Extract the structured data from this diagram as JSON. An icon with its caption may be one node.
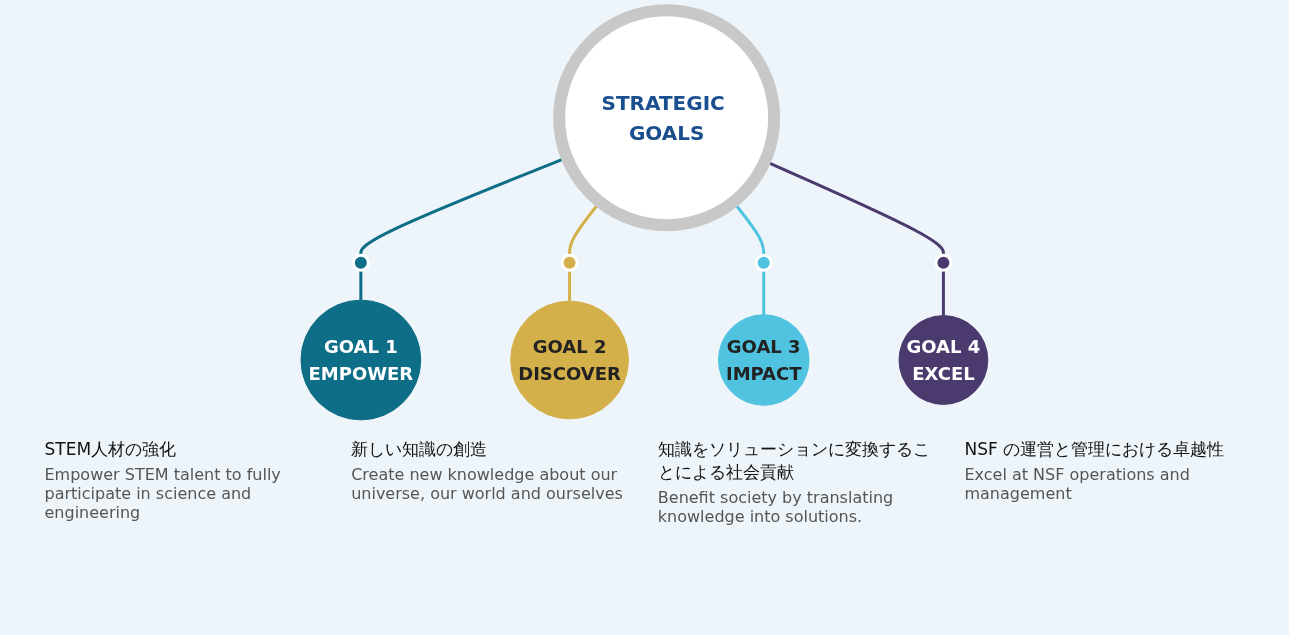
{
  "diagram": {
    "nodes": [
      {
        "text": [
          "STRATEGIC GOALS"
        ]
      },
      {
        "text": [],
        "shape": "circle"
      },
      {
        "text": [
          "GOAL 1",
          "EMPOWER"
        ],
        "beside": [
          "STEM人材の強化",
          "Empower STEM talent to fully participate in science and engineering"
        ]
      },
      {
        "text": [],
        "shape": "circle"
      },
      {
        "text": [
          "GOAL 2",
          "DISCOVER"
        ],
        "beside": [
          "新しい知識の創造",
          "Create new knowledge about our universe, our world and ourselves"
        ]
      },
      {
        "text": [],
        "shape": "circle"
      },
      {
        "text": [
          "GOAL 3",
          "IMPACT"
        ],
        "beside": [
          "知識をソリューションに変換することによる社会貢献",
          "Benefit society by translating knowledge into solutions."
        ]
      },
      {
        "text": [],
        "shape": "circle"
      },
      {
        "text": [
          "GOAL 4",
          "EXCEL"
        ],
        "beside": [
          "NSF の運営と管理における卓越性",
          "Excel at NSF operations and management"
        ]
      }
    ],
    "edges": [
      {
        "from": 0,
        "to": 1,
        "arrow": "none",
        "color": "#0e6d87"
      },
      {
        "from": 1,
        "to": 2,
        "arrow": "none",
        "color": "#0e6d87"
      },
      {
        "from": 0,
        "to": 3,
        "arrow": "none",
        "color": "#d4b04a"
      },
      {
        "from": 3,
        "to": 4,
        "arrow": "none",
        "color": "#d4b04a"
      },
      {
        "from": 0,
        "to": 5,
        "arrow": "none",
        "color": "#4fc3e0"
      },
      {
        "from": 5,
        "to": 6,
        "arrow": "none",
        "color": "#4fc3e0"
      },
      {
        "from": 0,
        "to": 7,
        "arrow": "none",
        "color": "#4a3a6e"
      },
      {
        "from": 7,
        "to": 8,
        "arrow": "none",
        "color": "#4a3a6e"
      }
    ]
  }
}
